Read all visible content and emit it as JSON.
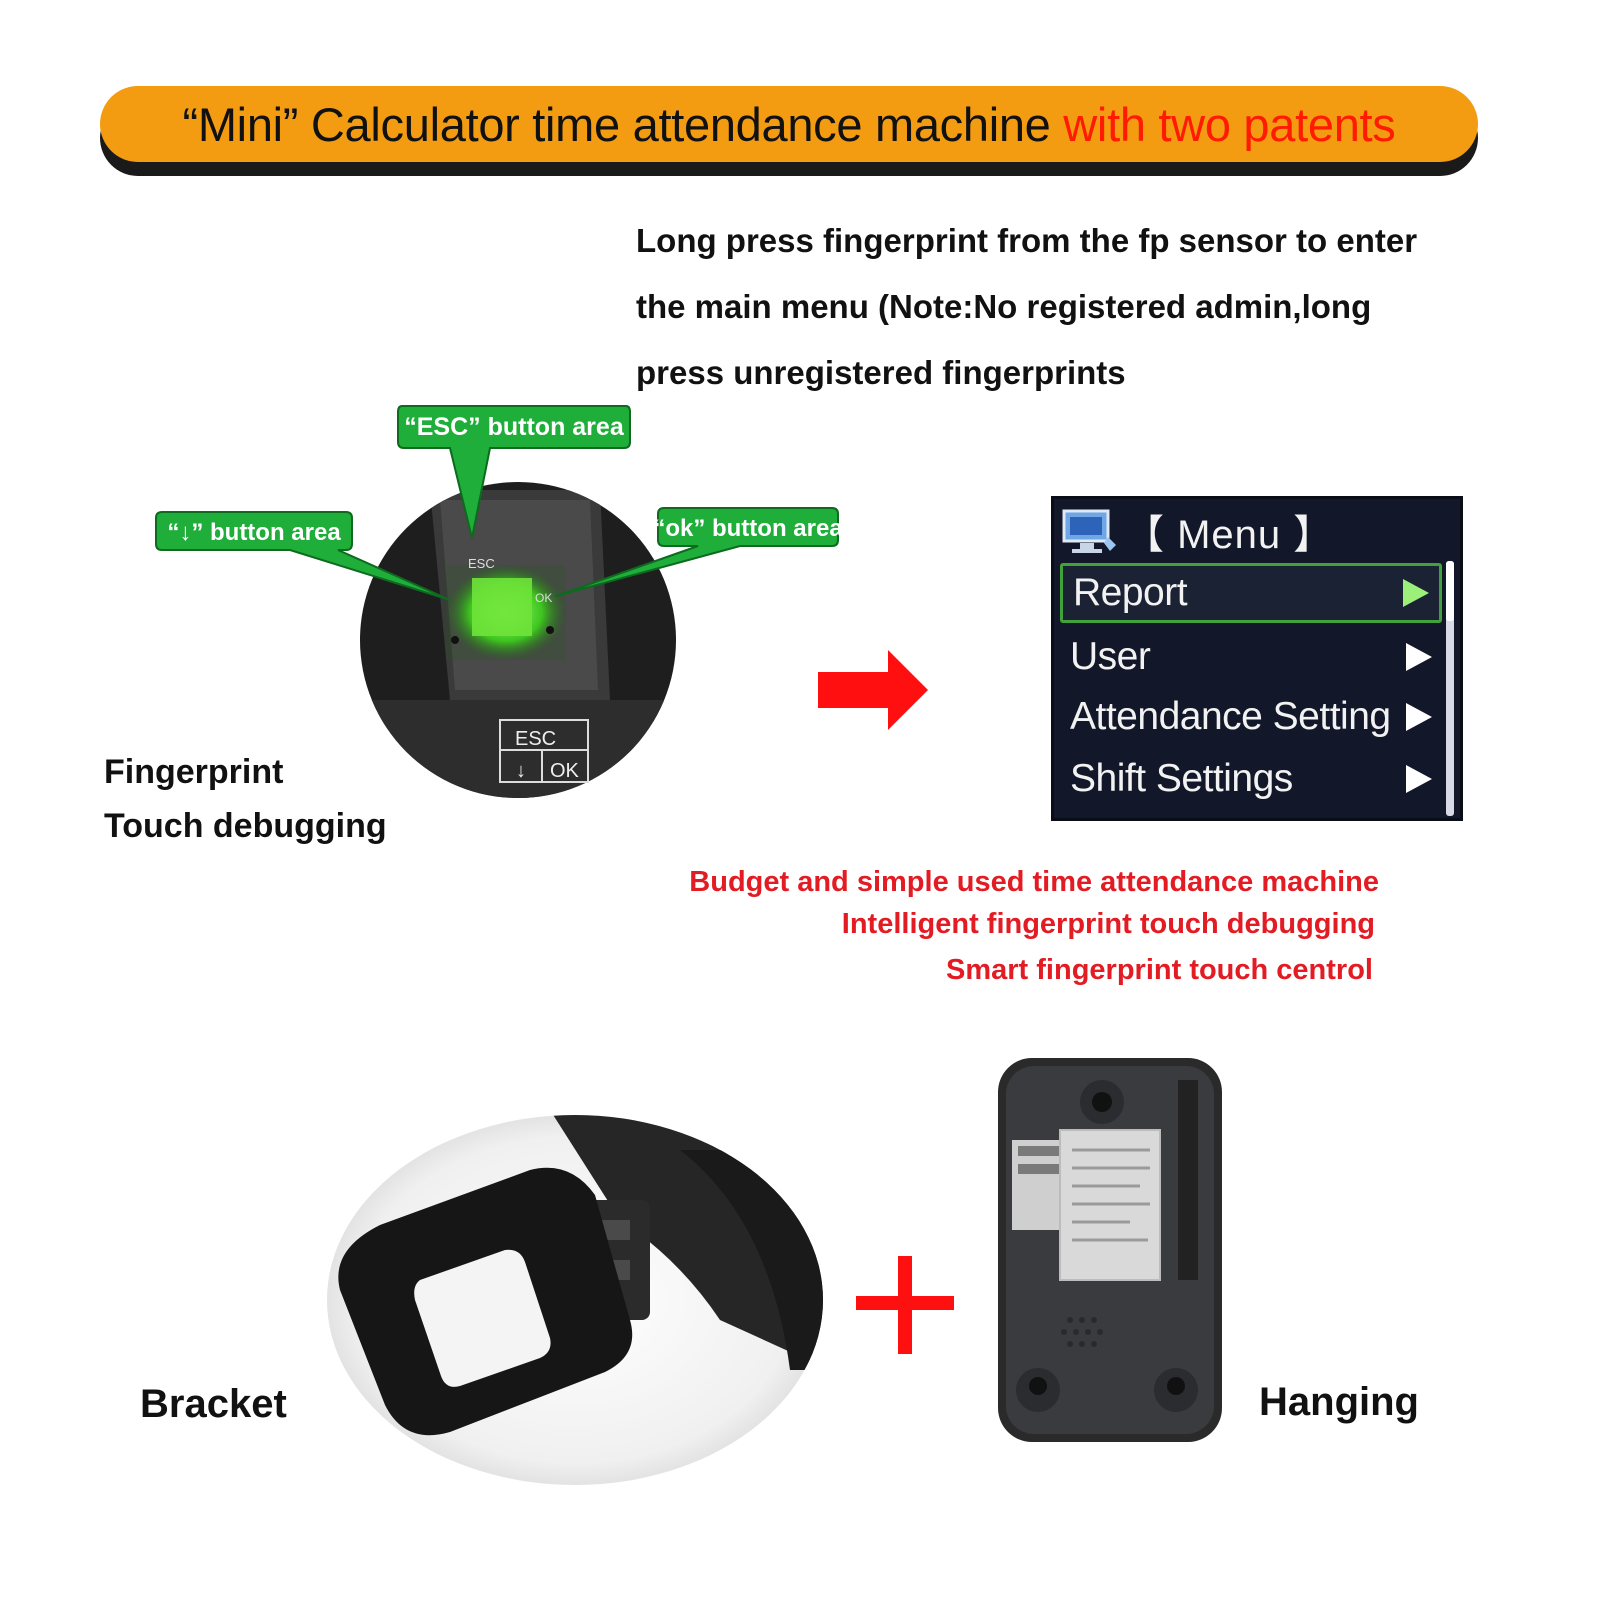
{
  "banner": {
    "title_main": "“Mini” Calculator time attendance machine ",
    "title_accent": "with two patents",
    "accent_color": "#ff1a00",
    "bar_color": "#f39c12"
  },
  "instructions": {
    "lines": [
      "Long press fingerprint from the fp sensor to enter",
      "the main menu (Note:No registered admin,long",
      "press unregistered fingerprints"
    ]
  },
  "fingerprint_panel": {
    "callouts": {
      "esc": "“ESC” button area",
      "down": "“↓” button area",
      "ok": "“ok” button area"
    },
    "device_key_labels": {
      "esc": "ESC",
      "down": "↓",
      "ok": "OK"
    },
    "caption": [
      "Fingerprint",
      "Touch debugging"
    ],
    "callout_color": "#1fae3a"
  },
  "menu_screen": {
    "title": "【 Menu 】",
    "items": [
      {
        "label": "Report",
        "selected": true
      },
      {
        "label": "User",
        "selected": false
      },
      {
        "label": "Attendance Setting",
        "selected": false
      },
      {
        "label": "Shift Settings",
        "selected": false
      }
    ]
  },
  "features": {
    "lines": [
      "Budget and simple used time attendance machine",
      "Intelligent fingerprint touch debugging",
      "Smart fingerprint touch centrol"
    ],
    "color": "#e31b23"
  },
  "accessories": {
    "bracket_label": "Bracket",
    "hanging_label": "Hanging"
  }
}
